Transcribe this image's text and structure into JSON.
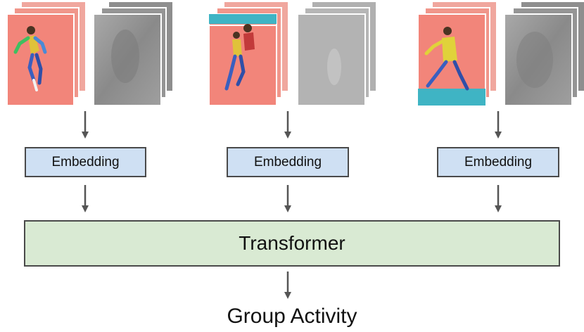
{
  "players": [
    {
      "embedding_label": "Embedding"
    },
    {
      "embedding_label": "Embedding"
    },
    {
      "embedding_label": "Embedding"
    }
  ],
  "transformer": {
    "label": "Transformer"
  },
  "output": {
    "label": "Group Activity"
  },
  "colors": {
    "embedding_fill": "#cfe0f3",
    "transformer_fill": "#d9ead3",
    "arrow": "#555555",
    "rgb_frame_bg": "#f2857a",
    "flow_frame_bg": "#9a9a9a"
  }
}
